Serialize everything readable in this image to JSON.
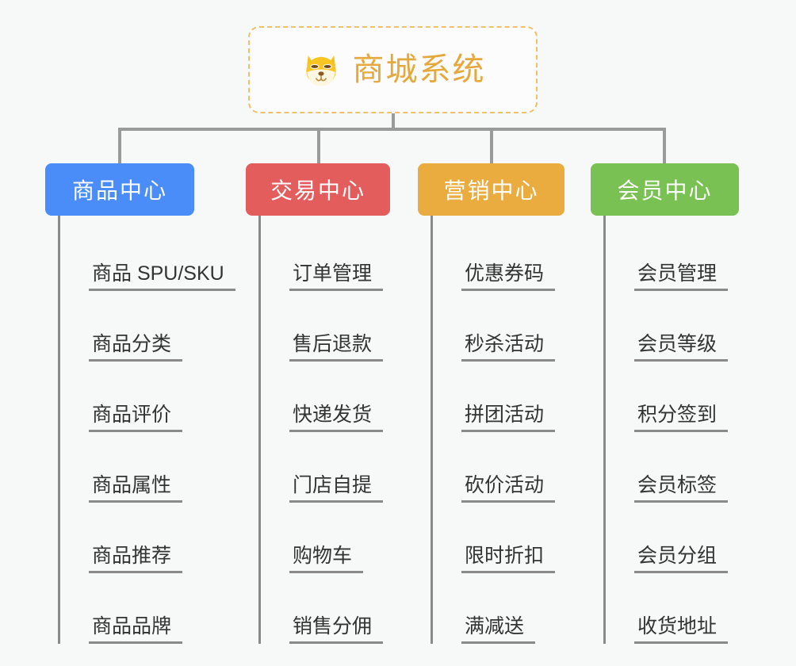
{
  "root": {
    "icon": "shiba-dog-face-icon",
    "title": "商城系统",
    "border_color": "#eec06a",
    "title_color": "#e5a83c"
  },
  "connector_color": "#9a9a9a",
  "branches": [
    {
      "label": "商品中心",
      "color": "#4b8df8",
      "items": [
        "商品 SPU/SKU",
        "商品分类",
        "商品评价",
        "商品属性",
        "商品推荐",
        "商品品牌"
      ]
    },
    {
      "label": "交易中心",
      "color": "#e45d5d",
      "items": [
        "订单管理",
        "售后退款",
        "快递发货",
        "门店自提",
        "购物车",
        "销售分佣"
      ]
    },
    {
      "label": "营销中心",
      "color": "#eaab3f",
      "items": [
        "优惠券码",
        "秒杀活动",
        "拼团活动",
        "砍价活动",
        "限时折扣",
        "满减送"
      ]
    },
    {
      "label": "会员中心",
      "color": "#79c153",
      "items": [
        "会员管理",
        "会员等级",
        "积分签到",
        "会员标签",
        "会员分组",
        "收货地址"
      ]
    }
  ]
}
